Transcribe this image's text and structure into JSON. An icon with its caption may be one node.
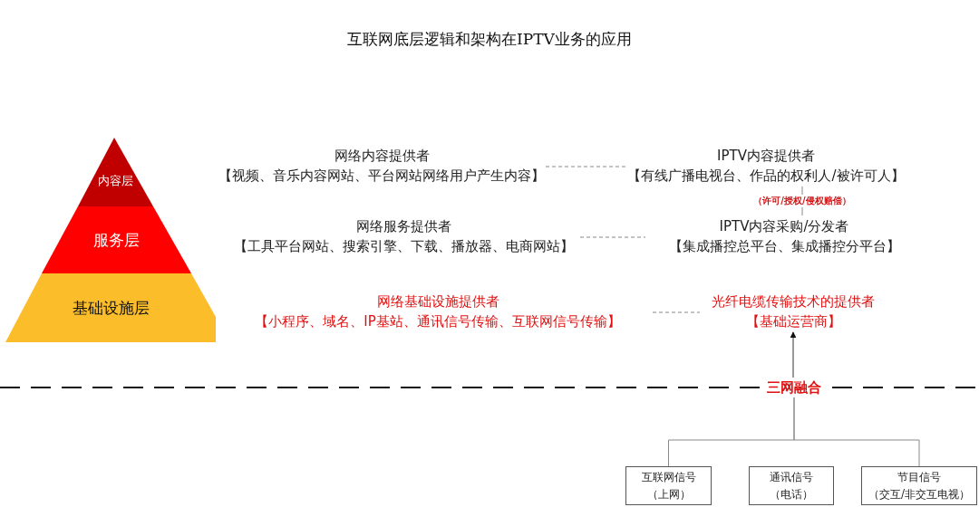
{
  "diagram": {
    "title": "互联网底层逻辑和架构在IPTV业务的应用",
    "nodes": [
      {
        "text": [
          "内容层"
        ]
      },
      {
        "text": [
          "服务层"
        ]
      },
      {
        "text": [
          "基础设施层"
        ]
      },
      {
        "text": [
          "网络内容提供者",
          "【视频、音乐内容网站、平台网站网络用户产生内容】"
        ]
      },
      {
        "text": [
          "IPTV内容提供者",
          "【有线广播电视台、作品的权利人/被许可人】"
        ]
      },
      {
        "text": [
          "网络服务提供者",
          "【工具平台网站、搜索引擎、下载、播放器、电商网站】"
        ]
      },
      {
        "text": [
          "IPTV内容采购/分发者",
          "【集成播控总平台、集成播控分平台】"
        ]
      },
      {
        "text": [
          "网络基础设施提供者",
          "【小程序、域名、IP基站、通讯信号传输、互联网信号传输】"
        ]
      },
      {
        "text": [
          "光纤电缆传输技术的提供者",
          "【基础运营商】"
        ]
      },
      {
        "text": [
          "三网融合"
        ]
      },
      {
        "text": [
          "互联网信号",
          "（上网）"
        ]
      },
      {
        "text": [
          "通讯信号",
          "（电话）"
        ]
      },
      {
        "text": [
          "节目信号",
          "（交互/非交互电视）"
        ]
      }
    ],
    "edges": [
      {
        "from": 3,
        "to": 4,
        "arrow": "none",
        "style": "dashed"
      },
      {
        "from": 5,
        "to": 6,
        "arrow": "none",
        "style": "dashed"
      },
      {
        "from": 7,
        "to": 8,
        "arrow": "none",
        "style": "dashed"
      },
      {
        "from": 4,
        "to": 6,
        "arrow": "none",
        "label": "（许可/授权/侵权赔偿）"
      },
      {
        "from": 10,
        "to": 9,
        "arrow": "none"
      },
      {
        "from": 12,
        "to": 9,
        "arrow": "none"
      },
      {
        "from": 9,
        "to": 8,
        "arrow": "to"
      }
    ]
  }
}
